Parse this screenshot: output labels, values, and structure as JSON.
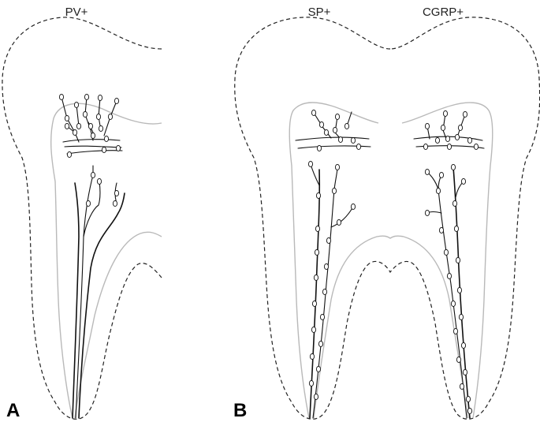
{
  "labels": {
    "pv": "PV+",
    "sp": "SP+",
    "cgrp": "CGRP+"
  },
  "panels": {
    "a": "A",
    "b": "B"
  }
}
